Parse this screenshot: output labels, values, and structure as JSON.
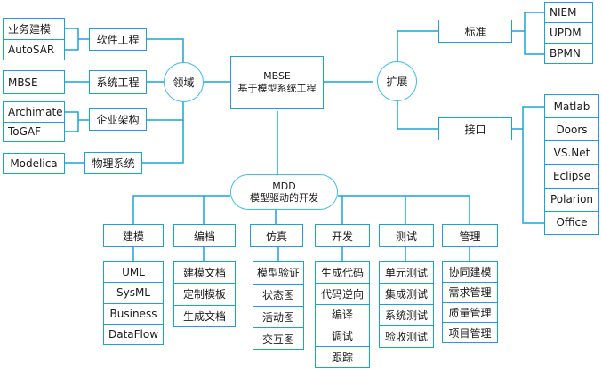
{
  "colors": {
    "line": "#1aa3d9",
    "circle_border": "#3cc0ea",
    "background": "#ffffff",
    "text": "#1a1a1a"
  },
  "center": {
    "line1": "MBSE",
    "line2": "基于模型系统工程"
  },
  "domain": {
    "label": "领域",
    "branches": [
      {
        "label": "软件工程",
        "items": [
          "业务建模",
          "AutoSAR"
        ]
      },
      {
        "label": "系统工程",
        "items": [
          "MBSE"
        ]
      },
      {
        "label": "企业架构",
        "items": [
          "Archimate",
          "ToGAF"
        ]
      },
      {
        "label": "物理系统",
        "items": [
          "Modelica"
        ]
      }
    ]
  },
  "extension": {
    "label": "扩展",
    "branches": [
      {
        "label": "标准",
        "items": [
          "NIEM",
          "UPDM",
          "BPMN"
        ]
      },
      {
        "label": "接口",
        "items": [
          "Matlab",
          "Doors",
          "VS.Net",
          "Eclipse",
          "Polarion",
          "Office"
        ]
      }
    ]
  },
  "mdd": {
    "line1": "MDD",
    "line2": "模型驱动的开发",
    "categories": [
      {
        "label": "建模",
        "items": [
          "UML",
          "SysML",
          "Business",
          "DataFlow"
        ]
      },
      {
        "label": "编档",
        "items": [
          "建模文档",
          "定制模板",
          "生成文档"
        ]
      },
      {
        "label": "仿真",
        "items": [
          "模型验证",
          "状态图",
          "活动图",
          "交互图"
        ]
      },
      {
        "label": "开发",
        "items": [
          "生成代码",
          "代码逆向",
          "编译",
          "调试",
          "跟踪"
        ]
      },
      {
        "label": "测试",
        "items": [
          "单元测试",
          "集成测试",
          "系统测试",
          "验收测试"
        ]
      },
      {
        "label": "管理",
        "items": [
          "协同建模",
          "需求管理",
          "质量管理",
          "项目管理"
        ]
      }
    ]
  }
}
